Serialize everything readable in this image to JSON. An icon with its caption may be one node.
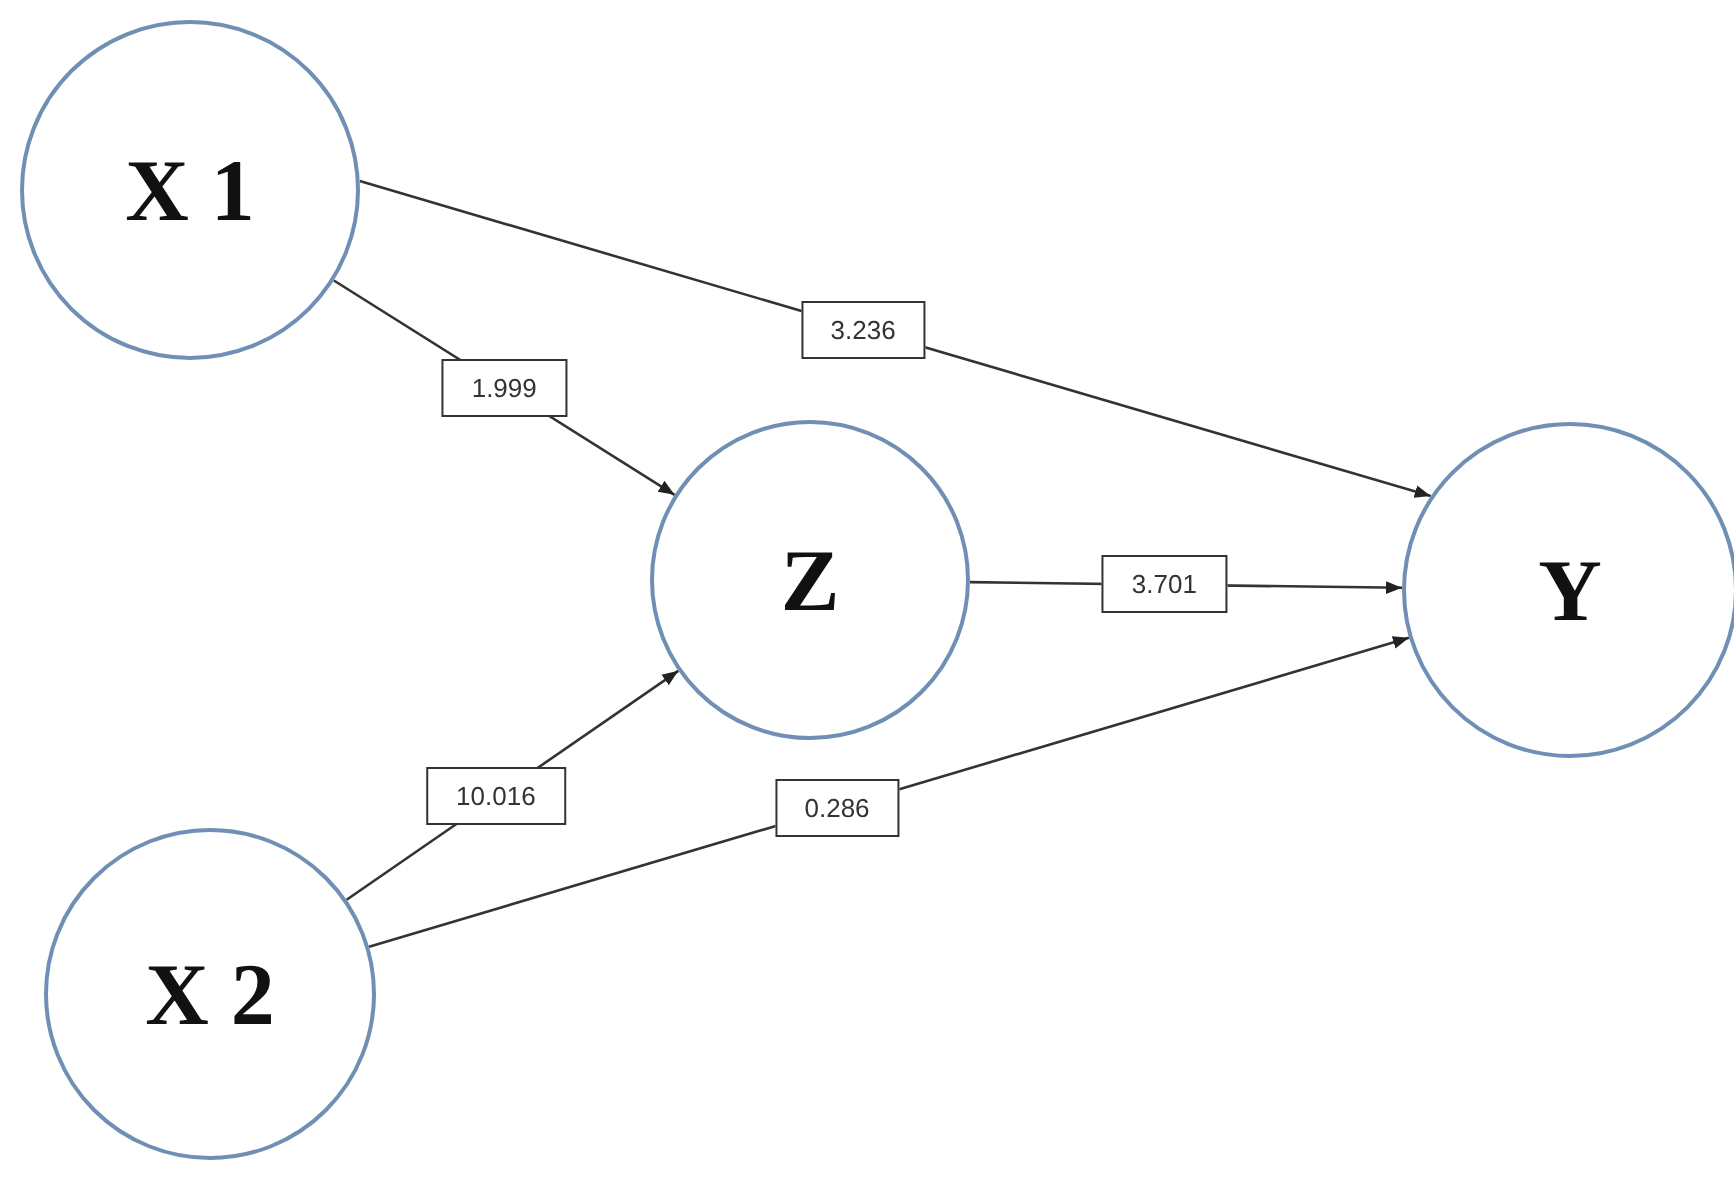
{
  "diagram": {
    "nodes": [
      {
        "text": [
          "X 1"
        ]
      },
      {
        "text": [
          "Z"
        ]
      },
      {
        "text": [
          "Y"
        ]
      },
      {
        "text": [
          "X 2"
        ]
      }
    ],
    "edges": [
      {
        "from": 0,
        "to": 2,
        "arrow": "to",
        "label": "3.236"
      },
      {
        "from": 0,
        "to": 1,
        "arrow": "to",
        "label": "1.999"
      },
      {
        "from": 1,
        "to": 2,
        "arrow": "to",
        "label": "3.701"
      },
      {
        "from": 3,
        "to": 1,
        "arrow": "to",
        "label": "10.016"
      },
      {
        "from": 3,
        "to": 2,
        "arrow": "to",
        "label": "0.286"
      }
    ]
  }
}
